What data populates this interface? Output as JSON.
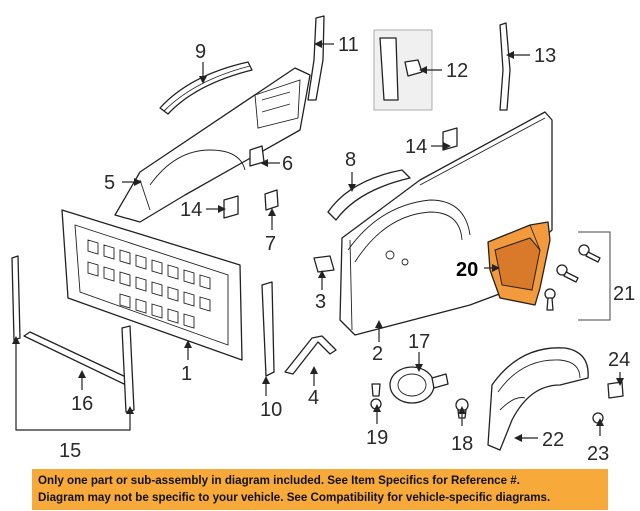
{
  "callouts": {
    "c1": "1",
    "c2": "2",
    "c3": "3",
    "c4": "4",
    "c5": "5",
    "c6": "6",
    "c7": "7",
    "c8": "8",
    "c9": "9",
    "c10": "10",
    "c11": "11",
    "c12": "12",
    "c13": "13",
    "c14a": "14",
    "c14b": "14",
    "c15": "15",
    "c16": "16",
    "c17": "17",
    "c18": "18",
    "c19": "19",
    "c20": "20",
    "c21": "21",
    "c22": "22",
    "c23": "23",
    "c24": "24"
  },
  "disclaimer": {
    "line1": "Only one part or sub-assembly in diagram included. See Item Specifics for Reference #.",
    "line2": "Diagram may not be specific to your vehicle. See Compatibility for vehicle-specific diagrams."
  },
  "colors": {
    "highlight": "#f29a3c",
    "banner": "#f7a93a"
  }
}
